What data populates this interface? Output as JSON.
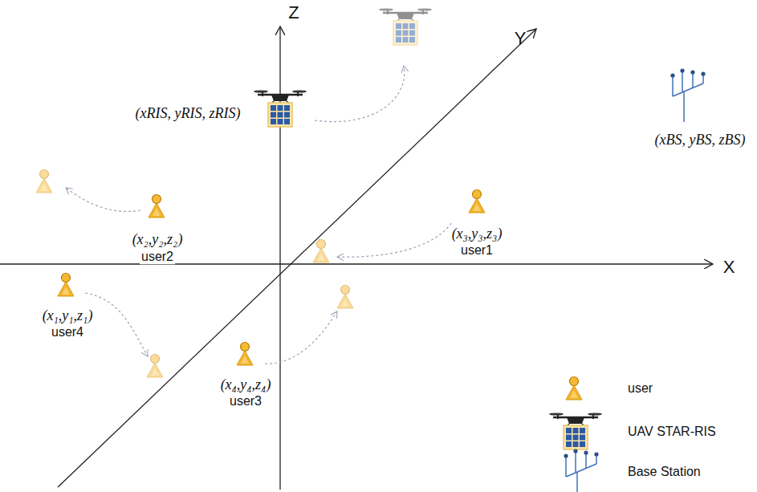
{
  "diagram": {
    "labels": [
      "Z",
      "Y",
      "(xRIS, yRIS, zRIS)",
      "(xBS, yBS, zBS)",
      "(x₂,y₂,z₂)",
      "user2",
      "(x₃,y₃,z₃)",
      "user1",
      "X",
      "(x₁,y₁,z₁)",
      "user4",
      "(x₄,y₄,z₄)",
      "user3"
    ],
    "legend": [
      {
        "text": "user"
      },
      {
        "text": "UAV STAR-RIS"
      },
      {
        "text": "Base Station"
      }
    ]
  }
}
